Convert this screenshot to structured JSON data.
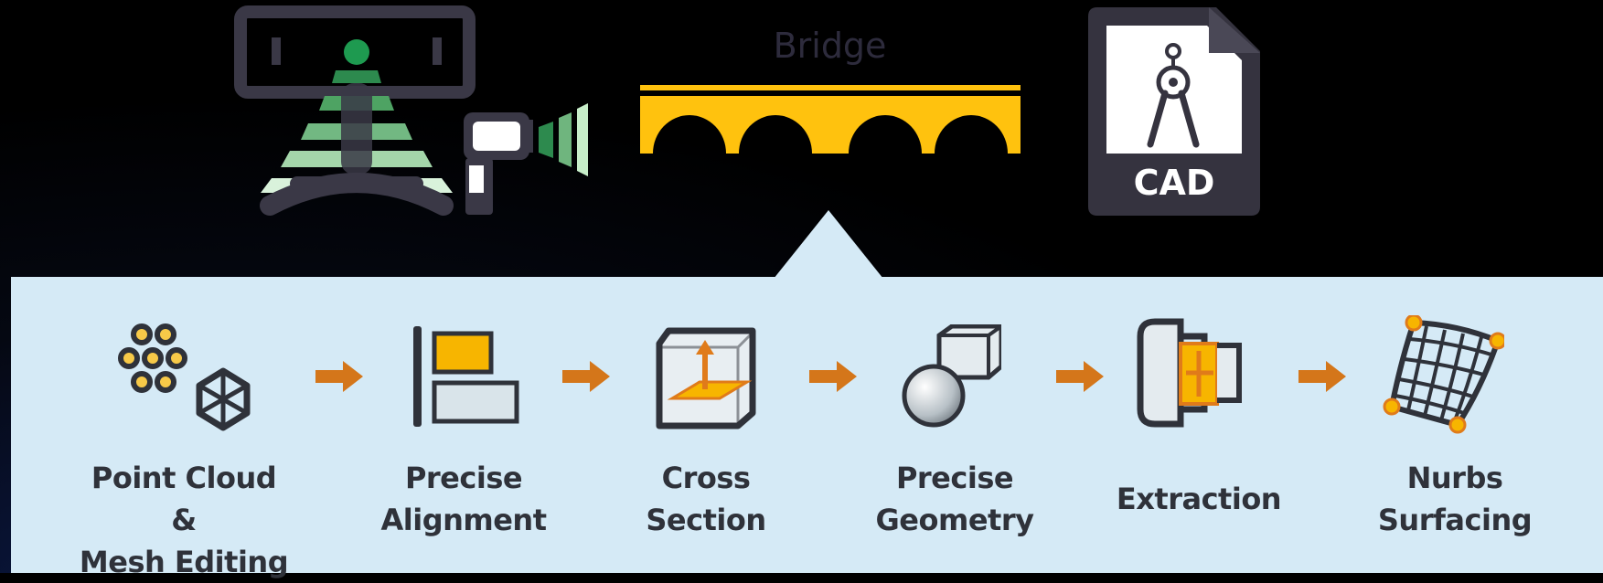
{
  "top": {
    "bridge_label": "Bridge",
    "cad_label": "CAD"
  },
  "steps": [
    {
      "line1": "Point Cloud &",
      "line2": "Mesh Editing",
      "icon": "point-cloud-mesh-icon"
    },
    {
      "line1": "Precise",
      "line2": "Alignment",
      "icon": "alignment-icon"
    },
    {
      "line1": "Cross",
      "line2": "Section",
      "icon": "cross-section-icon"
    },
    {
      "line1": "Precise",
      "line2": "Geometry",
      "icon": "geometry-icon"
    },
    {
      "line1": "Extraction",
      "line2": "",
      "icon": "extraction-icon"
    },
    {
      "line1": "Nurbs",
      "line2": "Surfacing",
      "icon": "nurbs-surface-icon"
    }
  ],
  "colors": {
    "panel": "#d5eaf6",
    "dark": "#2f323a",
    "orange": "#e07b1a",
    "yellow": "#f7b500",
    "bridge": "#ffc20e",
    "green_dark": "#2f8f4e",
    "green_light": "#c7eec9"
  }
}
